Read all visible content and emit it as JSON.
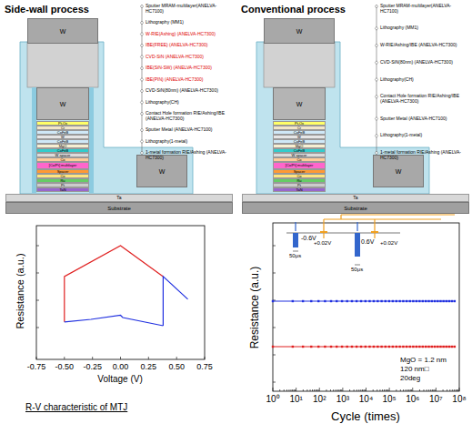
{
  "diagram": {
    "caption": "R-V characteristic of MTJ",
    "nodes": [
      {
        "text": [
          "W"
        ]
      },
      {
        "text": [
          "W"
        ]
      },
      {
        "text": [
          "Pt,Ox"
        ]
      },
      {
        "text": [
          "Cr"
        ]
      },
      {
        "text": [
          "CoFeB"
        ]
      },
      {
        "text": [
          "W"
        ]
      },
      {
        "text": [
          "CoFeB"
        ]
      },
      {
        "text": [
          "MgO"
        ]
      },
      {
        "text": [
          "CoFeB"
        ]
      },
      {
        "text": [
          "W spacer"
        ]
      },
      {
        "text": [
          "Co"
        ]
      },
      {
        "text": [
          "[Co/Pt] multilayer"
        ]
      },
      {
        "text": [
          "Spacer"
        ]
      },
      {
        "text": [
          "Co"
        ]
      },
      {
        "text": [
          "Ru"
        ]
      },
      {
        "text": [
          "Pt"
        ]
      },
      {
        "text": [
          "TaN"
        ]
      },
      {
        "text": [
          "W"
        ]
      },
      {
        "text": [
          "Ta"
        ]
      },
      {
        "text": [
          "Substrate"
        ]
      },
      {
        "text": [
          "W"
        ]
      },
      {
        "text": [
          "W"
        ]
      },
      {
        "text": [
          "Pt,Ox"
        ]
      },
      {
        "text": [
          "Cr"
        ]
      },
      {
        "text": [
          "CoFeB"
        ]
      },
      {
        "text": [
          "W"
        ]
      },
      {
        "text": [
          "CoFeB"
        ]
      },
      {
        "text": [
          "MgO"
        ]
      },
      {
        "text": [
          "CoFeB"
        ]
      },
      {
        "text": [
          "W spacer"
        ]
      },
      {
        "text": [
          "Co"
        ]
      },
      {
        "text": [
          "[Co/Pt] multilayer"
        ]
      },
      {
        "text": [
          "Spacer"
        ]
      },
      {
        "text": [
          "Co"
        ]
      },
      {
        "text": [
          "Ru"
        ]
      },
      {
        "text": [
          "Pt"
        ]
      },
      {
        "text": [
          "TaN"
        ]
      },
      {
        "text": [
          "W"
        ]
      },
      {
        "text": [
          "Ta"
        ]
      },
      {
        "text": [
          "Substrate"
        ]
      }
    ],
    "labels": [
      "Side-wall process",
      "Sputter MRAM-multilayer(ANELVA-HC7100)",
      "Lithography (MM1)",
      "W-RIE(Ashing) (ANELVA-HC7300)",
      "IBE(FREE) (ANELVA-HC7300)",
      "CVD-SiN (ANELVA-HC7300)",
      "IBE(SiN-SW) (ANELVA-HC7300)",
      "IBE(PIN) (ANELVA-HC7300)",
      "CVD-SiN(80nm) (ANELVA-HC7300)",
      "Lithography(CH)",
      "Contact Hole formation RIE/Ashing/IBE (ANELVA-HC7300)",
      "Sputter Metal (ANELVA-HC7100)",
      "Lithography(1-metal)",
      "1-metal formation RIE/Ashing (ANELVA-HC7300)",
      "Conventional process",
      "Sputter MRAM-multilayer(ANELVA-HC7100)",
      "Lithography (MM1)",
      "W-RIE/Ashing/IBE (ANELVA-HC7300)",
      "CVD-SiN(80nm) (ANELVA-HC7300)",
      "Lithography(CH)",
      "Contact Hole formation RIE/Ashing/IBE (ANELVA-HC7300)",
      "Sputter Metal (ANELVA-HC7100)",
      "Lithography(1-metal)",
      "1-metal formation RIE/Ashing (ANELVA-HC7300)",
      "Resistance (a.u.)",
      "-0.75",
      "-0.50",
      "-0.25",
      "0.00",
      "0.25",
      "0.50",
      "0.75",
      "Voltage (V)",
      "Resistance (a.u.)",
      "10⁰",
      "10¹",
      "10²",
      "10³",
      "10⁴",
      "10⁵",
      "10⁶",
      "10⁷",
      "10⁸",
      "Cycle (times)",
      "-0.6V",
      "+0.02V",
      "0.6V",
      "+0.02V",
      "50μs",
      "50μs",
      "MgO = 1.2 nm",
      "120 nm□",
      "20deg"
    ]
  }
}
